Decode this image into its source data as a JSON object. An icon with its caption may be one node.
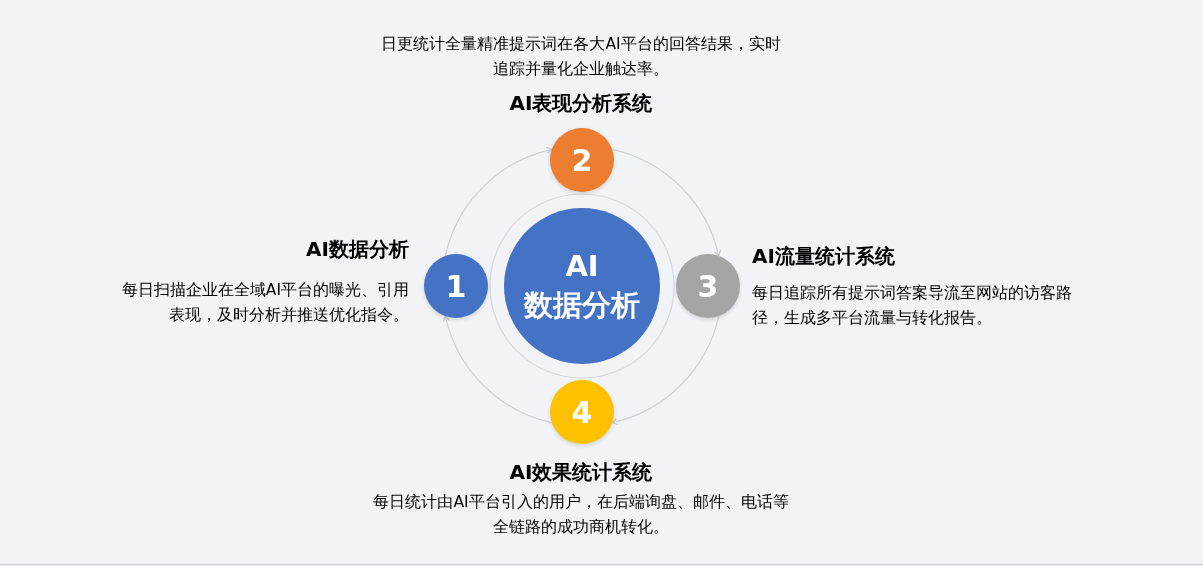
{
  "diagram": {
    "nodes": [
      {
        "text": [
          "1"
        ],
        "beside": [
          "AI数据分析",
          "每日扫描企业在全域AI平台的曝光、引用表现，及时分析并推送优化指令。"
        ]
      },
      {
        "text": [
          "2"
        ],
        "beside": [
          "AI表现分析系统",
          "日更统计全量精准提示词在各大AI平台的回答结果，实时追踪并量化企业触达率。"
        ]
      },
      {
        "text": [
          "3"
        ],
        "beside": [
          "AI流量统计系统",
          "每日追踪所有提示词答案导流至网站的访客路径，生成多平台流量与转化报告。"
        ]
      },
      {
        "text": [
          "4"
        ],
        "beside": [
          "AI效果统计系统",
          "每日统计由AI平台引入的用户，在后端询盘、邮件、电话等全链路的成功商机转化。"
        ]
      },
      {
        "text": [
          "AI 数据分析"
        ]
      }
    ],
    "edges": [
      {
        "from": 0,
        "to": 1,
        "arrow": "to"
      },
      {
        "from": 1,
        "to": 2,
        "arrow": "to"
      },
      {
        "from": 2,
        "to": 3,
        "arrow": "to"
      },
      {
        "from": 3,
        "to": 0,
        "arrow": "to"
      }
    ]
  }
}
